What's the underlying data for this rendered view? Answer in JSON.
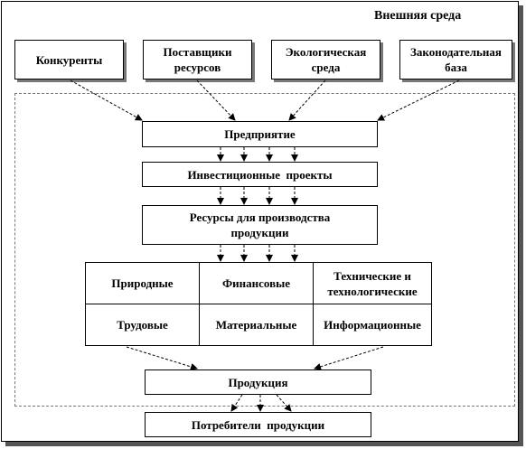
{
  "title": "Внешняя среда",
  "external": [
    {
      "label": "Конкуренты"
    },
    {
      "label": "Поставщики ресурсов"
    },
    {
      "label": "Экологическая среда"
    },
    {
      "label": "Законодательная база"
    }
  ],
  "chain": {
    "enterprise": "Предприятие",
    "investment": "Инвестиционные  проекты",
    "resources": "Ресурсы для производства продукции",
    "products": "Продукция",
    "consumers": "Потребители  продукции"
  },
  "resource_types": [
    [
      "Природные",
      "Финансовые",
      "Технические и технологические"
    ],
    [
      "Трудовые",
      "Материальные",
      "Информационные"
    ]
  ]
}
